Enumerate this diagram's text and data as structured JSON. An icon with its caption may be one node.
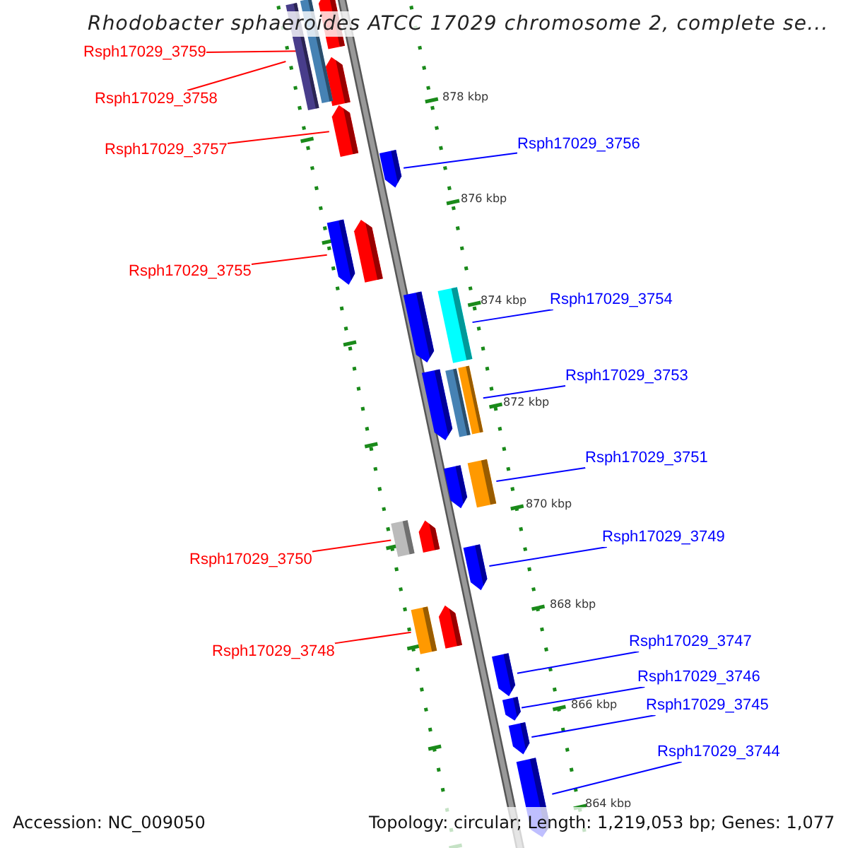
{
  "diagram": {
    "title": "Rhodobacter sphaeroides ATCC 17029 chromosome 2, complete se...",
    "nodes": [
      {
        "text": [
          "Rsph17029_3759"
        ]
      },
      {
        "text": [
          "Rsph17029_3758"
        ]
      },
      {
        "text": [
          "Rsph17029_3757"
        ]
      },
      {
        "text": [
          "Rsph17029_3756"
        ]
      },
      {
        "text": [
          "Rsph17029_3755"
        ]
      },
      {
        "text": [
          "Rsph17029_3754"
        ]
      },
      {
        "text": [
          "Rsph17029_3753"
        ]
      },
      {
        "text": [
          "Rsph17029_3751"
        ]
      },
      {
        "text": [
          "Rsph17029_3749"
        ]
      },
      {
        "text": [
          "Rsph17029_3750"
        ]
      },
      {
        "text": [
          "Rsph17029_3748"
        ]
      },
      {
        "text": [
          "Rsph17029_3747"
        ]
      },
      {
        "text": [
          "Rsph17029_3746"
        ]
      },
      {
        "text": [
          "Rsph17029_3745"
        ]
      },
      {
        "text": [
          "Rsph17029_3744"
        ]
      },
      {
        "text": [],
        "shape": "bar"
      },
      {
        "text": [],
        "shape": "bar"
      },
      {
        "text": [],
        "shape": "pentagon"
      },
      {
        "text": [],
        "shape": "pentagon"
      },
      {
        "text": [],
        "shape": "pentagon"
      },
      {
        "text": [],
        "shape": "bar"
      },
      {
        "text": [],
        "shape": "bar"
      },
      {
        "text": [],
        "shape": "bar"
      },
      {
        "text": [],
        "shape": "pentagon"
      },
      {
        "text": [],
        "shape": "bar"
      },
      {
        "text": [],
        "shape": "bar"
      },
      {
        "text": [],
        "shape": "pentagon"
      },
      {
        "text": [],
        "shape": "pentagon"
      },
      {
        "text": [],
        "shape": "pentagon"
      },
      {
        "text": [],
        "shape": "pentagon"
      }
    ],
    "edges": [
      {
        "from": 0,
        "to": 15,
        "arrow": "none",
        "color": "#ff0000"
      },
      {
        "from": 1,
        "to": 16,
        "arrow": "none",
        "color": "#ff0000"
      },
      {
        "from": 2,
        "to": 17,
        "arrow": "none",
        "color": "#ff0000"
      },
      {
        "from": 3,
        "to": 18,
        "arrow": "none"
      },
      {
        "from": 4,
        "to": 19,
        "arrow": "none",
        "color": "#ff0000"
      },
      {
        "from": 5,
        "to": 20,
        "arrow": "none"
      },
      {
        "from": 6,
        "to": 21,
        "arrow": "none"
      },
      {
        "from": 7,
        "to": 22,
        "arrow": "none"
      },
      {
        "from": 8,
        "to": 23,
        "arrow": "none"
      },
      {
        "from": 9,
        "to": 24,
        "arrow": "none",
        "color": "#ff0000"
      },
      {
        "from": 10,
        "to": 25,
        "arrow": "none",
        "color": "#ff0000"
      },
      {
        "from": 11,
        "to": 26,
        "arrow": "none"
      },
      {
        "from": 12,
        "to": 27,
        "arrow": "none"
      },
      {
        "from": 13,
        "to": 28,
        "arrow": "none"
      },
      {
        "from": 14,
        "to": 29,
        "arrow": "none"
      }
    ],
    "labels": [
      "878 kbp",
      "876 kbp",
      "874 kbp",
      "872 kbp",
      "870 kbp",
      "868 kbp",
      "866 kbp",
      "864 kbp",
      "Accession: NC_009050",
      "Topology: circular; Length: 1,219,053 bp; Genes: 1,077"
    ]
  }
}
